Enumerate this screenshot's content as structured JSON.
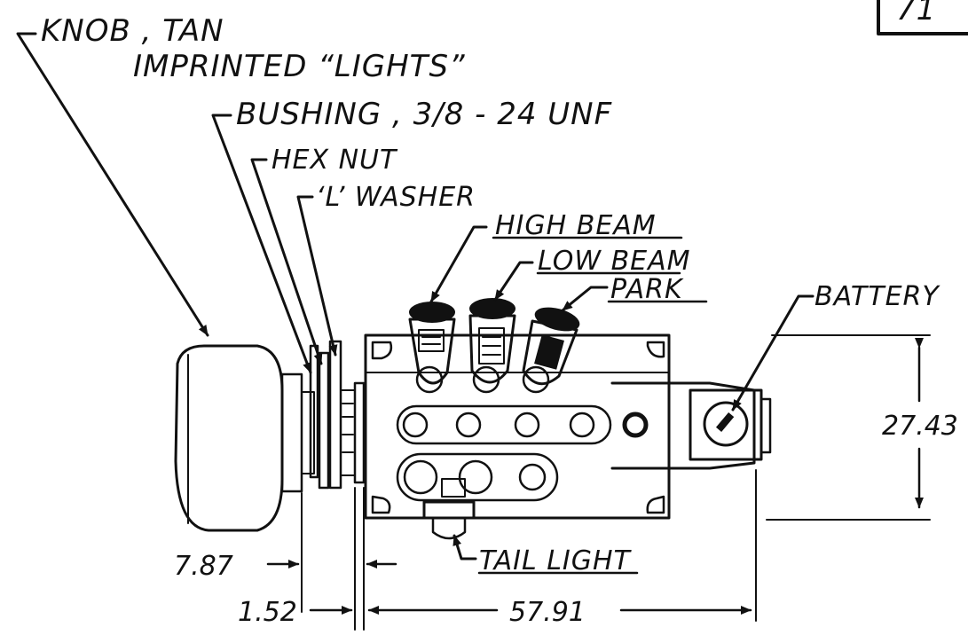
{
  "page_tag": "71",
  "labels": {
    "knob_line1": "KNOB , TAN",
    "knob_line2": "IMPRINTED “LIGHTS”",
    "bushing": "BUSHING , 3/8 - 24 UNF",
    "hex_nut": "HEX NUT",
    "washer": "‘L’ WASHER",
    "high_beam": "HIGH BEAM",
    "low_beam": "LOW BEAM",
    "park": "PARK",
    "battery": "BATTERY",
    "tail_light": "TAIL LIGHT"
  },
  "dimensions": {
    "height": "27.43",
    "knob_offset": "7.87",
    "washer_thickness": "1.52",
    "body_length": "57.91"
  }
}
